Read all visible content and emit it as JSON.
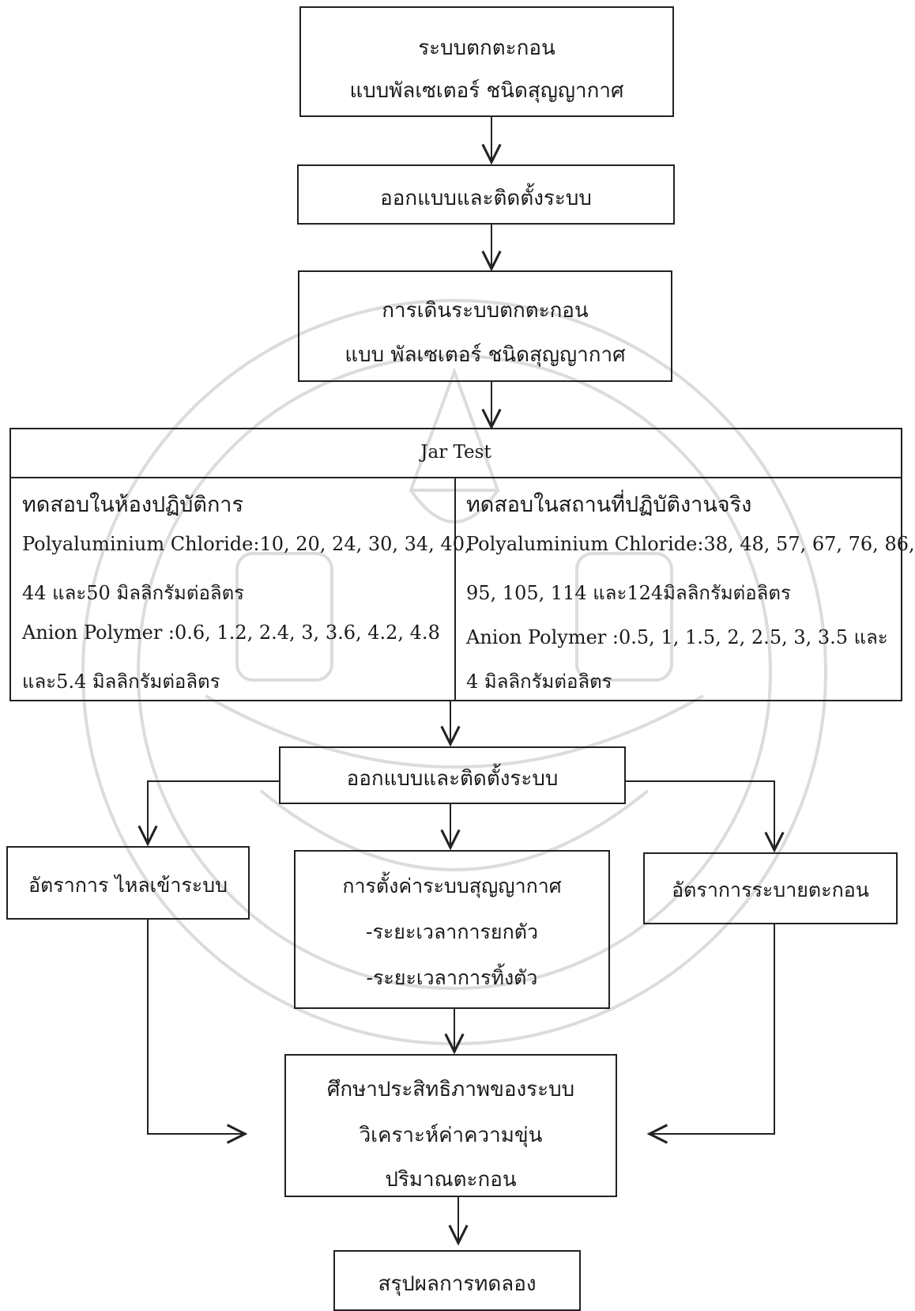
{
  "box1": {
    "lines": [
      "ระบบตกตะกอน",
      "แบบพัลเซเตอร์ ชนิดสุญญากาศ"
    ]
  },
  "box2": {
    "text": "ออกแบบและติดตั้งระบบ"
  },
  "box3": {
    "lines": [
      "การเดินระบบตกตะกอน",
      "แบบ พัลเซเตอร์ ชนิดสุญญากาศ"
    ]
  },
  "jar_test": {
    "title": "Jar Test",
    "left": {
      "heading": "ทดสอบในห้องปฏิบัติการ",
      "lines": [
        "Polyaluminium Chloride:10, 20, 24, 30, 34, 40,",
        "44 และ50 มิลลิกรัมต่อลิตร",
        "Anion Polymer :0.6, 1.2, 2.4, 3, 3.6, 4.2, 4.8",
        "และ5.4 มิลลิกรัมต่อลิตร"
      ]
    },
    "right": {
      "heading": "ทดสอบในสถานที่ปฏิบัติงานจริง",
      "lines": [
        "Polyaluminium Chloride:38, 48, 57, 67, 76, 86,",
        "95, 105, 114 และ124มิลลิกรัมต่อลิตร",
        "Anion Polymer :0.5, 1, 1.5, 2, 2.5, 3, 3.5 และ",
        "4 มิลลิกรัมต่อลิตร"
      ]
    }
  },
  "box5": {
    "text": "ออกแบบและติดตั้งระบบ"
  },
  "box_inflow": {
    "text": "อัตราการ ไหลเข้าระบบ"
  },
  "box_vacuum": {
    "lines": [
      "การตั้งค่าระบบสุญญากาศ",
      "-ระยะเวลาการยกตัว",
      "-ระยะเวลาการทิ้งตัว"
    ]
  },
  "box_sludge": {
    "text": "อัตราการระบายตะกอน"
  },
  "box_study": {
    "lines": [
      "ศึกษาประสิทธิภาพของระบบ",
      "วิเคราะห์ค่าความขุ่น",
      "ปริมาณตะกอน"
    ]
  },
  "box_final": {
    "text": "สรุปผลการทดลอง"
  },
  "colors": {
    "line": "#222222",
    "watermark": "#d9d9d9"
  }
}
